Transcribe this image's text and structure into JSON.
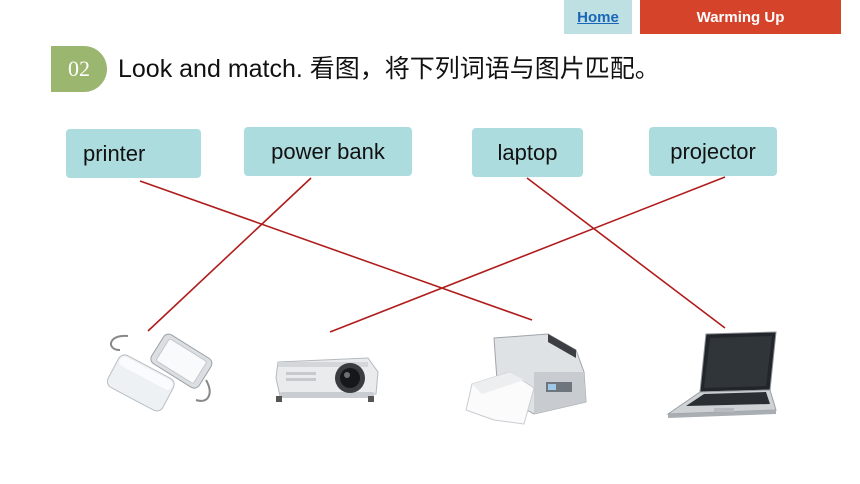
{
  "nav": {
    "home_label": "Home",
    "section_label": "Warming Up"
  },
  "exercise": {
    "number": "02",
    "instruction": "Look and match.  看图，将下列词语与图片匹配。"
  },
  "words": [
    "printer",
    "power bank",
    "laptop",
    "projector"
  ],
  "pictures": [
    "power-bank",
    "projector",
    "printer",
    "laptop"
  ],
  "matches": [
    {
      "word": "printer",
      "picture": "printer"
    },
    {
      "word": "power bank",
      "picture": "power-bank"
    },
    {
      "word": "laptop",
      "picture": "laptop"
    },
    {
      "word": "projector",
      "picture": "projector"
    }
  ],
  "colors": {
    "accent": "#d6432b",
    "home_tab": "#bfe0e3",
    "badge": "#9bb66f",
    "word_box": "#addcdf",
    "match_line": "#b01c1c"
  }
}
